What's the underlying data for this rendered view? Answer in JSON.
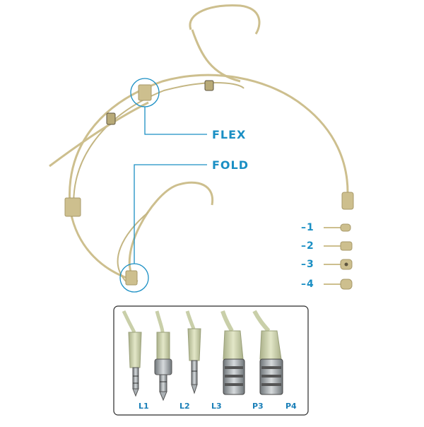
{
  "callouts": {
    "flex": "FLEX",
    "fold": "FOLD"
  },
  "variants": [
    "–1",
    "–2",
    "–3",
    "–4"
  ],
  "connectors": [
    "L1",
    "L2",
    "L3",
    "P3",
    "P4"
  ],
  "colors": {
    "accent": "#1a8fc4",
    "wire": "#cdbf8e",
    "wire_dark": "#a89a6a",
    "cable": "#c9cfa9",
    "metal": "#9aa0a4"
  }
}
